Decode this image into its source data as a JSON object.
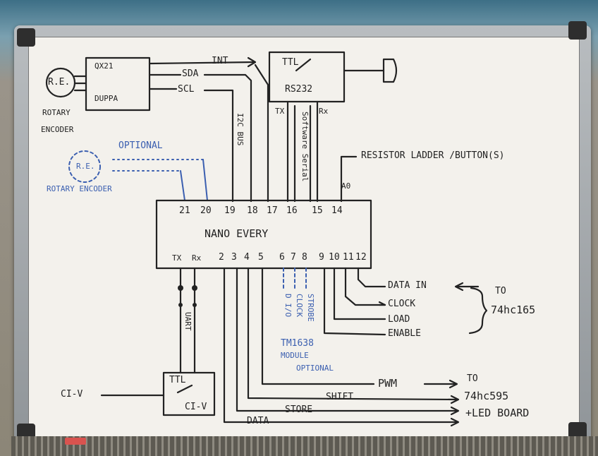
{
  "diagram": {
    "rotary_encoder": "R.E.",
    "rotary_encoder_label": [
      "ROTARY",
      "ENCODER"
    ],
    "qx21_box": [
      "QX21",
      "DUPPA"
    ],
    "signals_top": {
      "int": "INT",
      "sda": "SDA",
      "scl": "SCL"
    },
    "ttl_rs232": [
      "TTL",
      "RS232"
    ],
    "tx": "TX",
    "rx": "Rx",
    "i2c_bus": "I2C BUS",
    "software_serial": "Software Serial",
    "optional": "OPTIONAL",
    "optional_re": "R.E.",
    "optional_re_label": "ROTARY ENCODER",
    "resistor_ladder": "RESISTOR LADDER /BUTTON(S)",
    "a0": "A0",
    "nano_pins_top": [
      "21",
      "20",
      "19",
      "18",
      "17",
      "16",
      "15",
      "14"
    ],
    "nano_name": "NANO EVERY",
    "nano_pins_bottom": [
      "TX",
      "Rx",
      "2",
      "3",
      "4",
      "5",
      "6",
      "7",
      "8",
      "9",
      "10",
      "11",
      "12"
    ],
    "uart": "UART",
    "tm_signals": [
      "D I/O",
      "CLOCK",
      "STROBE"
    ],
    "tm_module": [
      "TM1638",
      "MODULE",
      "OPTIONAL"
    ],
    "right_signals": [
      "DATA IN",
      "CLOCK",
      "LOAD",
      "ENABLE"
    ],
    "to_74hc165": [
      "TO",
      "74hc165"
    ],
    "civ": "CI-V",
    "ttl_civ": [
      "TTL",
      "CI-V"
    ],
    "pwm": "PWM",
    "shift": "SHIFT",
    "store": "STORE",
    "data": "DATA",
    "to_74hc595": [
      "TO",
      "74hc595",
      "+LED BOARD"
    ]
  }
}
